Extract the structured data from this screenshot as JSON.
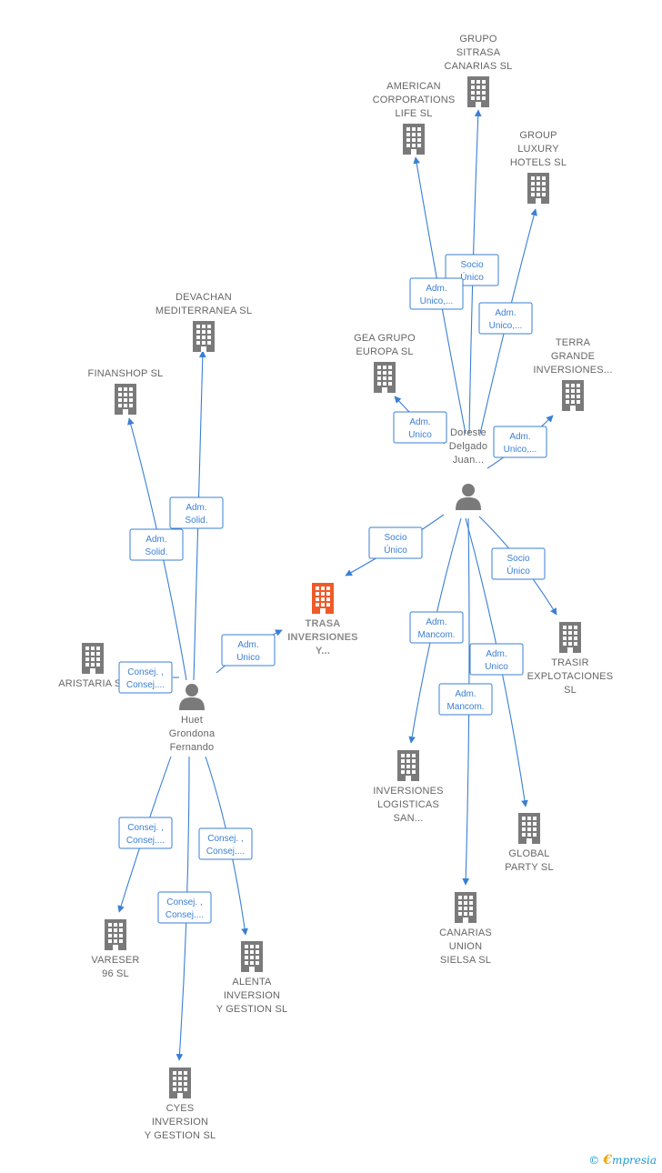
{
  "colors": {
    "edge": "#3a7fd5",
    "building": "#7a7a7a",
    "focus": "#f05a28",
    "person": "#7a7a7a"
  },
  "nodes": [
    {
      "id": "grupo_sitrasa",
      "type": "company",
      "lines": [
        "GRUPO",
        "SITRASA",
        "CANARIAS  SL"
      ]
    },
    {
      "id": "american",
      "type": "company",
      "lines": [
        "AMERICAN",
        "CORPORATIONS",
        "LIFE  SL"
      ]
    },
    {
      "id": "group_luxury",
      "type": "company",
      "lines": [
        "GROUP",
        "LUXURY",
        "HOTELS  SL"
      ]
    },
    {
      "id": "devachan",
      "type": "company",
      "lines": [
        "DEVACHAN",
        "MEDITERRANEA SL"
      ]
    },
    {
      "id": "finanshop",
      "type": "company",
      "lines": [
        "FINANSHOP SL"
      ]
    },
    {
      "id": "gea",
      "type": "company",
      "lines": [
        "GEA GRUPO",
        "EUROPA  SL"
      ]
    },
    {
      "id": "terra",
      "type": "company",
      "lines": [
        "TERRA",
        "GRANDE",
        "INVERSIONES..."
      ]
    },
    {
      "id": "doreste",
      "type": "person",
      "lines": [
        "Doreste",
        "Delgado",
        "Juan..."
      ]
    },
    {
      "id": "trasa",
      "type": "focus",
      "lines": [
        "TRASA",
        "INVERSIONES",
        "Y..."
      ]
    },
    {
      "id": "trasir",
      "type": "company",
      "lines": [
        "TRASIR",
        "EXPLOTACIONES",
        "SL"
      ]
    },
    {
      "id": "aristaria",
      "type": "company",
      "lines": [
        "ARISTARIA SL"
      ]
    },
    {
      "id": "huet",
      "type": "person",
      "lines": [
        "Huet",
        "Grondona",
        "Fernando"
      ]
    },
    {
      "id": "inversiones_log",
      "type": "company",
      "lines": [
        "INVERSIONES",
        "LOGISTICAS",
        "SAN..."
      ]
    },
    {
      "id": "global_party",
      "type": "company",
      "lines": [
        "GLOBAL",
        "PARTY SL"
      ]
    },
    {
      "id": "canarias_union",
      "type": "company",
      "lines": [
        "CANARIAS",
        "UNION",
        "SIELSA SL"
      ]
    },
    {
      "id": "vareser",
      "type": "company",
      "lines": [
        "VARESER",
        "96 SL"
      ]
    },
    {
      "id": "alenta",
      "type": "company",
      "lines": [
        "ALENTA",
        "INVERSION",
        "Y GESTION  SL"
      ]
    },
    {
      "id": "cyes",
      "type": "company",
      "lines": [
        "CYES",
        "INVERSION",
        "Y GESTION SL"
      ]
    }
  ],
  "edges": [
    {
      "from": "doreste",
      "to": "grupo_sitrasa",
      "label": [
        "Socio",
        "Único"
      ]
    },
    {
      "from": "doreste",
      "to": "american",
      "label": [
        "Adm.",
        "Unico,..."
      ]
    },
    {
      "from": "doreste",
      "to": "group_luxury",
      "label": [
        "Adm.",
        "Unico,..."
      ]
    },
    {
      "from": "doreste",
      "to": "gea",
      "label": [
        "Adm.",
        "Unico"
      ]
    },
    {
      "from": "doreste",
      "to": "terra",
      "label": [
        "Adm.",
        "Unico,..."
      ]
    },
    {
      "from": "doreste",
      "to": "trasa",
      "label": [
        "Socio",
        "Único"
      ]
    },
    {
      "from": "doreste",
      "to": "trasir",
      "label": [
        "Socio",
        "Único"
      ]
    },
    {
      "from": "doreste",
      "to": "inversiones_log",
      "label": [
        "Adm.",
        "Mancom."
      ]
    },
    {
      "from": "doreste",
      "to": "global_party",
      "label": [
        "Adm.",
        "Unico"
      ]
    },
    {
      "from": "doreste",
      "to": "canarias_union",
      "label": [
        "Adm.",
        "Mancom."
      ]
    },
    {
      "from": "huet",
      "to": "devachan",
      "label": [
        "Adm.",
        "Solid."
      ]
    },
    {
      "from": "huet",
      "to": "finanshop",
      "label": [
        "Adm.",
        "Solid."
      ]
    },
    {
      "from": "huet",
      "to": "trasa",
      "label": [
        "Adm.",
        "Unico"
      ]
    },
    {
      "from": "huet",
      "to": "aristaria",
      "label": [
        "Consej. ,",
        "Consej...."
      ]
    },
    {
      "from": "huet",
      "to": "vareser",
      "label": [
        "Consej. ,",
        "Consej...."
      ]
    },
    {
      "from": "huet",
      "to": "alenta",
      "label": [
        "Consej. ,",
        "Consej...."
      ]
    },
    {
      "from": "huet",
      "to": "cyes",
      "label": [
        "Consej. ,",
        "Consej...."
      ]
    }
  ],
  "footer": {
    "copyright": "©",
    "brand_initial": "€",
    "brand_rest": "mpresia"
  }
}
